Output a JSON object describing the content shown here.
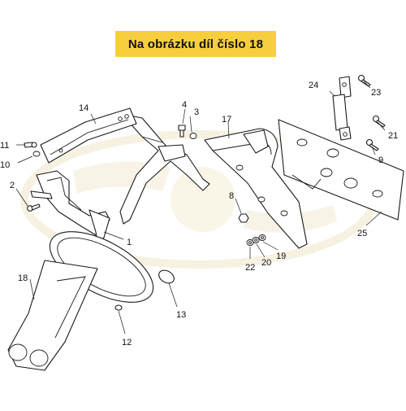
{
  "banner": {
    "text": "Na obrázku díl číslo 18"
  },
  "callouts": [
    {
      "id": "1",
      "label": "1"
    },
    {
      "id": "2",
      "label": "2"
    },
    {
      "id": "3",
      "label": "3"
    },
    {
      "id": "4",
      "label": "4"
    },
    {
      "id": "8",
      "label": "8"
    },
    {
      "id": "9",
      "label": "9"
    },
    {
      "id": "10",
      "label": "10"
    },
    {
      "id": "11",
      "label": "11"
    },
    {
      "id": "12",
      "label": "12"
    },
    {
      "id": "13",
      "label": "13"
    },
    {
      "id": "14",
      "label": "14"
    },
    {
      "id": "17",
      "label": "17"
    },
    {
      "id": "18",
      "label": "18"
    },
    {
      "id": "19",
      "label": "19"
    },
    {
      "id": "20",
      "label": "20"
    },
    {
      "id": "21",
      "label": "21"
    },
    {
      "id": "22",
      "label": "22"
    },
    {
      "id": "23",
      "label": "23"
    },
    {
      "id": "24",
      "label": "24"
    },
    {
      "id": "25",
      "label": "25"
    }
  ],
  "colors": {
    "banner": "#f7cf3e",
    "watermark": "#f1ead2",
    "line": "#1a1a1a"
  }
}
